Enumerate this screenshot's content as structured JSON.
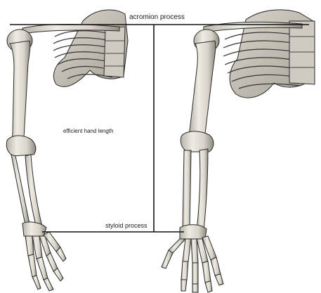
{
  "labels": {
    "top": "acromion process",
    "middle": "efficient hand length",
    "bottom": "styloid process"
  },
  "colors": {
    "bone_fill": "#e4e1d8",
    "bone_shadow": "#9e9a90",
    "ink": "#1f1f1f",
    "background": "#ffffff"
  }
}
